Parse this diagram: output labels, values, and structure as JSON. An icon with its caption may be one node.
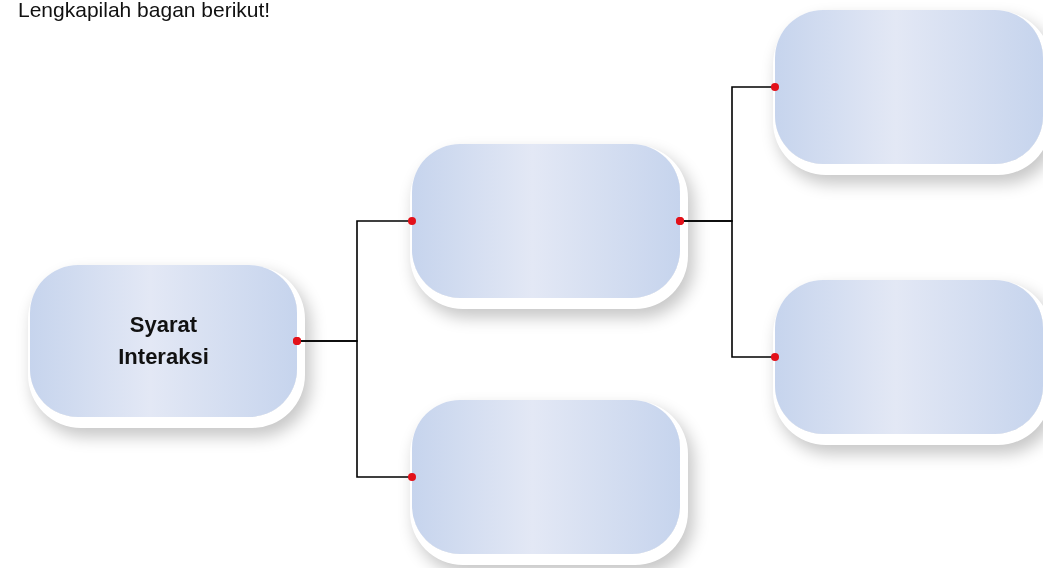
{
  "diagram": {
    "title": "Lengkapilah bagan berikut!",
    "nodes": [
      {
        "text": [
          "Syarat Interaksi"
        ]
      },
      {
        "text": [],
        "shape": "box"
      },
      {
        "text": [],
        "shape": "box"
      },
      {
        "text": [],
        "shape": "box"
      },
      {
        "text": [],
        "shape": "box"
      }
    ],
    "edges": [
      {
        "from": 0,
        "to": 1,
        "arrow": "other"
      },
      {
        "from": 0,
        "to": 2,
        "arrow": "other"
      },
      {
        "from": 1,
        "to": 3,
        "arrow": "other"
      },
      {
        "from": 1,
        "to": 4,
        "arrow": "other"
      }
    ]
  }
}
